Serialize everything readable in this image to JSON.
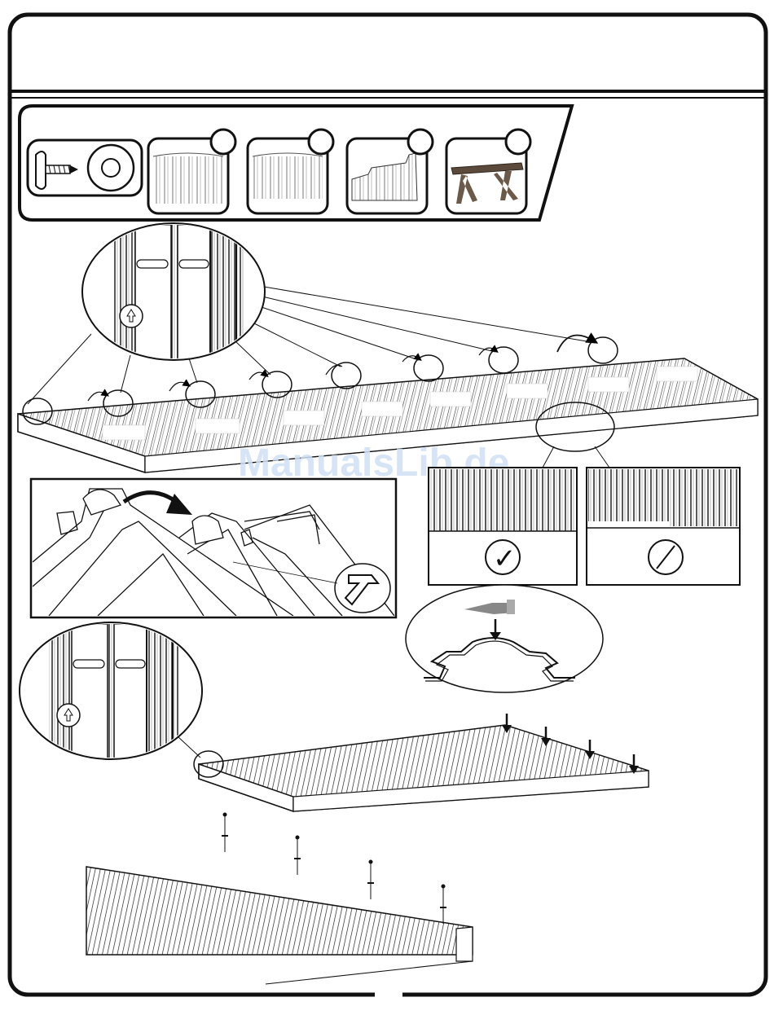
{
  "page": {
    "watermark": "ManualsLib.de"
  },
  "parts_strip": {
    "items": [
      {
        "name": "screw-and-tape",
        "icon": "screw-icon"
      },
      {
        "name": "roof-panel-a",
        "icon": "roof-panel-icon"
      },
      {
        "name": "roof-panel-b",
        "icon": "roof-panel-icon"
      },
      {
        "name": "roof-panel-c",
        "icon": "roof-panel-end-icon"
      },
      {
        "name": "workbench",
        "icon": "table-icon"
      }
    ]
  },
  "marks": {
    "correct": "✓",
    "incorrect": "⊘"
  }
}
